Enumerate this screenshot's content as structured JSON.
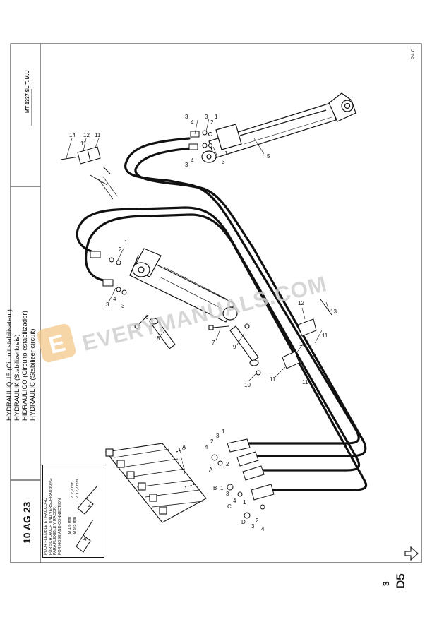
{
  "header": {
    "titles": [
      "HYDRAULIQUE (Circuit stabilisateur)",
      "HYDRAULIK (Stabilizerkreis)",
      "HIDRAULICO (Circuito estabilizador)",
      "HYDRAULIC (Stabilizer circuit)"
    ],
    "code": "10 AG 23",
    "model_ref": "MT 1337 SL T. M.U",
    "pao": "P.A.O"
  },
  "note": {
    "lines": [
      "POUR FLEXIBLE ET RACCORD",
      "FÜR SCHLAUCH UND VERSCHRAUBUNG",
      "PARA FLEXIBLE Y RACOR",
      "FOR HOSE AND CONNECTION"
    ],
    "size_a1": "Ø 1,6 mm",
    "size_a2": "Ø 9,5 mm",
    "size_b1": "Ø 2,2 mm",
    "size_b2": "Ø 12,7 mm"
  },
  "page": {
    "section": "D5",
    "number": "3"
  },
  "watermark": {
    "text": "EVERYMANUALS.COM",
    "logo_letter": "E"
  },
  "callouts": {
    "c1": "1",
    "c2": "2",
    "c3": "3",
    "c4": "4",
    "c5": "5",
    "c6": "6",
    "c7": "7",
    "c8": "8",
    "c9": "9",
    "c10": "10",
    "c11": "11",
    "c12": "12",
    "c13": "13",
    "c14": "14",
    "lA": "A",
    "lB": "B",
    "lC": "C",
    "lD": "D"
  }
}
